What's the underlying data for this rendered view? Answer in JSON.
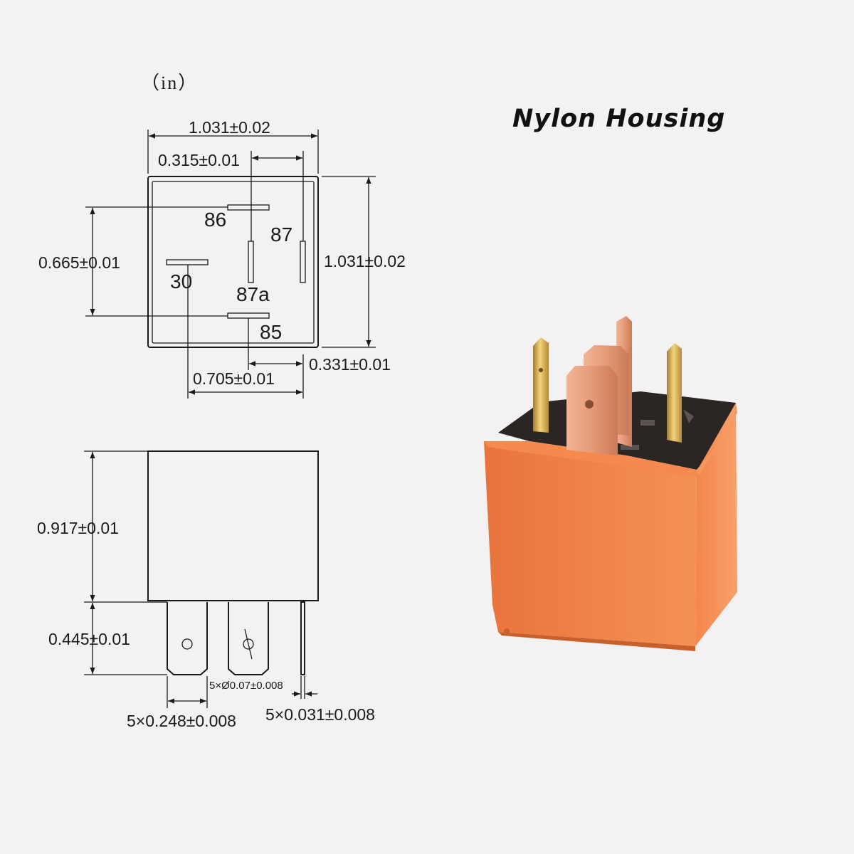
{
  "unit_label": "（in）",
  "title": "Nylon Housing",
  "top_view": {
    "width": "1.031±0.02",
    "pin87_offset": "0.315±0.01",
    "height": "1.031±0.02",
    "pin_span": "0.665±0.01",
    "pin85_offset": "0.331±0.01",
    "pin30_offset": "0.705±0.01",
    "pins": [
      "86",
      "87",
      "30",
      "87a",
      "85"
    ]
  },
  "side_view": {
    "body_height": "0.917±0.01",
    "terminal_length": "0.445±0.01",
    "hole_diameter": "5×Ø0.07±0.008",
    "terminal_width": "5×0.248±0.008",
    "terminal_thickness": "5×0.031±0.008"
  },
  "colors": {
    "housing": "#f3874a",
    "housing_shade": "#e0733a",
    "base": "#2b2623",
    "copper": "#e7a07f",
    "brass": "#d9b35a"
  }
}
